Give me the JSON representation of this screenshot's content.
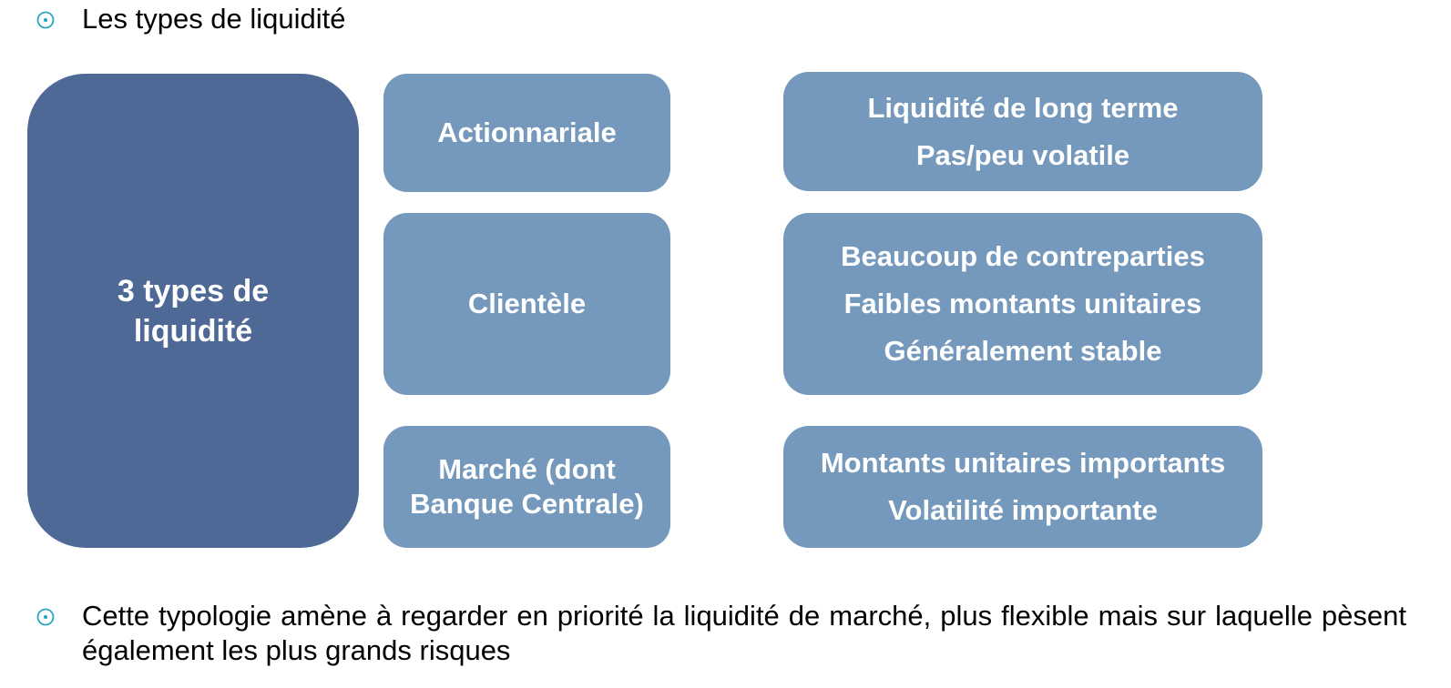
{
  "bullets": [
    {
      "icon": "circle-dot-icon",
      "text": "Les types de liquidité"
    },
    {
      "icon": "circle-dot-icon",
      "text": "Cette typologie amène à regarder en priorité la liquidité de marché, plus flexible mais sur laquelle pèsent également les plus grands risques"
    }
  ],
  "main_box": {
    "lines": [
      "3 types de",
      "liquidité"
    ]
  },
  "types": [
    {
      "lines": [
        "Actionnariale"
      ]
    },
    {
      "lines": [
        "Clientèle"
      ]
    },
    {
      "lines": [
        "Marché (dont",
        "Banque Centrale)"
      ]
    }
  ],
  "descriptions": [
    {
      "lines": [
        "Liquidité de long terme",
        "Pas/peu volatile"
      ]
    },
    {
      "lines": [
        "Beaucoup de contreparties",
        "Faibles montants unitaires",
        "Généralement stable"
      ]
    },
    {
      "lines": [
        "Montants unitaires importants",
        "Volatilité importante"
      ]
    }
  ],
  "colors": {
    "bullet_accent": "#2aa6c8",
    "main_box": "#4e6995",
    "secondary_box": "#7599bc",
    "box_text": "#ffffff"
  }
}
